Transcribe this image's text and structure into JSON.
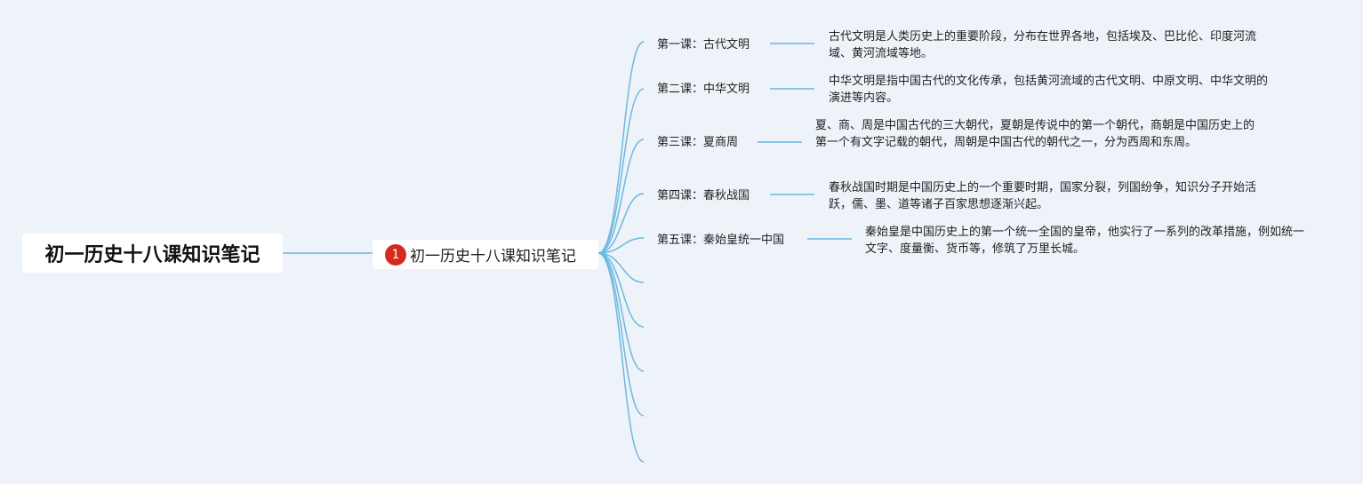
{
  "root": {
    "title": "初一历史十八课知识笔记"
  },
  "main_topic": {
    "badge": "1",
    "label": "初一历史十八课知识笔记"
  },
  "lessons": [
    {
      "title": "第一课：古代文明",
      "desc": "古代文明是人类历史上的重要阶段，分布在世界各地，包括埃及、巴比伦、印度河流域、黄河流域等地。"
    },
    {
      "title": "第二课：中华文明",
      "desc": "中华文明是指中国古代的文化传承，包括黄河流域的古代文明、中原文明、中华文明的演进等内容。"
    },
    {
      "title": "第三课：夏商周",
      "desc": "夏、商、周是中国古代的三大朝代，夏朝是传说中的第一个朝代，商朝是中国历史上的第一个有文字记载的朝代，周朝是中国古代的朝代之一，分为西周和东周。"
    },
    {
      "title": "第四课：春秋战国",
      "desc": "春秋战国时期是中国历史上的一个重要时期，国家分裂，列国纷争，知识分子开始活跃，儒、墨、道等诸子百家思想逐渐兴起。"
    },
    {
      "title": "第五课：秦始皇统一中国",
      "desc": "秦始皇是中国历史上的第一个统一全国的皇帝，他实行了一系列的改革措施，例如统一文字、度量衡、货币等，修筑了万里长城。"
    }
  ],
  "colors": {
    "background": "#eef3f9",
    "connector": "#6cb8e0",
    "badge": "#d62a1f"
  }
}
